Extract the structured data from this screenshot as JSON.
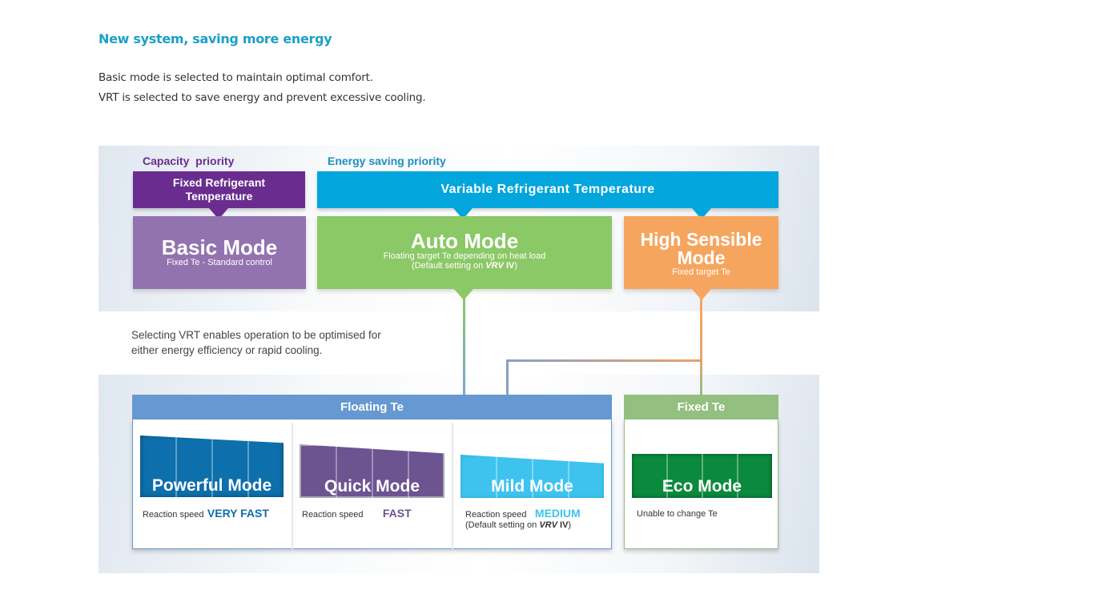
{
  "header": {
    "title": "New system, saving more energy",
    "lines": [
      "Basic mode is selected to maintain optimal comfort.",
      "VRT is selected to save energy and prevent excessive cooling."
    ]
  },
  "diagram": {
    "capacity": {
      "label": "Capacity  priority",
      "banner": "Fixed Refrigerant Temperature",
      "banner_line1": "Fixed Refrigerant",
      "banner_line2": "Temperature",
      "mode": {
        "title": "Basic Mode",
        "subtitle": "Fixed Te - Standard control"
      },
      "colors": {
        "label": "#6b2c8e",
        "banner": "#6a2d8f",
        "box": "#9273b0"
      }
    },
    "energy": {
      "label": "Energy saving priority",
      "banner": "Variable Refrigerant Temperature",
      "auto": {
        "title": "Auto Mode",
        "subtitle": "Floating target Te depending on heat load",
        "default_prefix": "(Default setting on ",
        "brand": "VRV",
        "brand_suffix": " IV",
        "close": ")"
      },
      "high_sensible": {
        "title_line1": "High Sensible",
        "title_line2": "Mode",
        "subtitle": "Fixed target Te"
      },
      "colors": {
        "label": "#1d8fc0",
        "banner": "#03a6dc",
        "auto": "#8bc866",
        "high_sensible": "#f6a55e"
      }
    },
    "caption": {
      "line1": "Selecting VRT enables operation to be optimised for",
      "line2": "either energy efficiency or rapid cooling."
    },
    "floating_group": {
      "header": "Floating Te",
      "color": "#6699d1",
      "modes": [
        {
          "name": "Powerful Mode",
          "reaction_label": "Reaction speed",
          "speed": "VERY FAST",
          "bar_color": "#0d6fab",
          "speed_color": "#0d6fab"
        },
        {
          "name": "Quick Mode",
          "reaction_label": "Reaction speed",
          "speed": "FAST",
          "bar_color": "#6c5491",
          "speed_color": "#6c5491"
        },
        {
          "name": "Mild Mode",
          "reaction_label": "Reaction speed",
          "speed": "MEDIUM",
          "bar_color": "#3ec3ee",
          "speed_color": "#3ec3ee",
          "default_prefix": "(Default setting on ",
          "brand": "VRV",
          "brand_suffix": " IV",
          "close": ")"
        }
      ]
    },
    "fixed_group": {
      "header": "Fixed Te",
      "color": "#93bf80",
      "mode": {
        "name": "Eco Mode",
        "note": "Unable to change Te",
        "bar_color": "#0b8a3d"
      }
    }
  }
}
